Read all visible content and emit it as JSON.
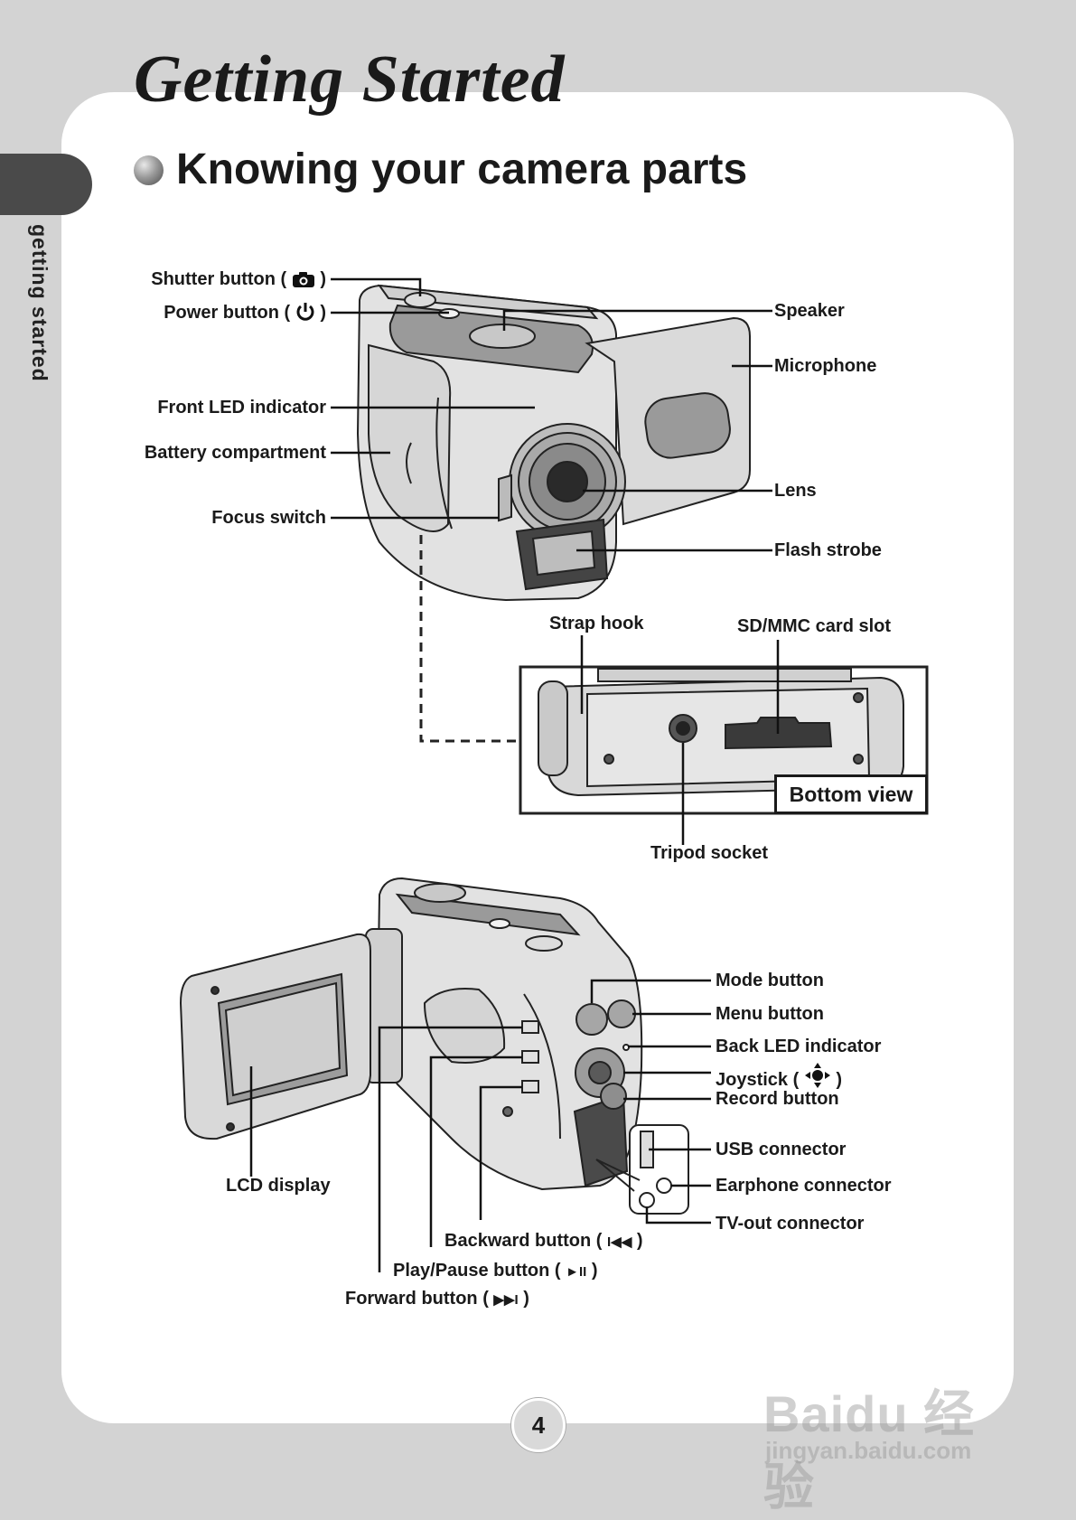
{
  "header": {
    "chapter_title": "Getting Started",
    "section_heading": "Knowing your camera parts",
    "side_tab_label": "getting started"
  },
  "front_view": {
    "shutter_button": "Shutter button (",
    "shutter_icon": "camera-icon",
    "power_button": "Power button (",
    "power_icon": "power-icon",
    "close_paren": ")",
    "front_led": "Front LED indicator",
    "battery_compartment": "Battery compartment",
    "focus_switch": "Focus switch",
    "speaker": "Speaker",
    "microphone": "Microphone",
    "lens": "Lens",
    "flash_strobe": "Flash strobe"
  },
  "bottom_view": {
    "strap_hook": "Strap hook",
    "card_slot": "SD/MMC card slot",
    "tag": "Bottom view",
    "tripod_socket": "Tripod socket"
  },
  "back_view": {
    "mode_button": "Mode button",
    "menu_button": "Menu button",
    "back_led": "Back LED indicator",
    "joystick": "Joystick (",
    "joystick_icon": "joystick-icon",
    "record_button": "Record button",
    "usb_connector": "USB connector",
    "earphone_connector": "Earphone connector",
    "tv_out_connector": "TV-out connector",
    "lcd_display": "LCD display",
    "backward_button": "Backward button (",
    "backward_symbol": "I◀◀",
    "play_pause_button": "Play/Pause button (",
    "play_pause_symbol": "►II",
    "forward_button": "Forward button (",
    "forward_symbol": "▶▶I"
  },
  "footer": {
    "page_number": "4",
    "watermark_main": "Baidu 经验",
    "watermark_url": "jingyan.baidu.com"
  }
}
